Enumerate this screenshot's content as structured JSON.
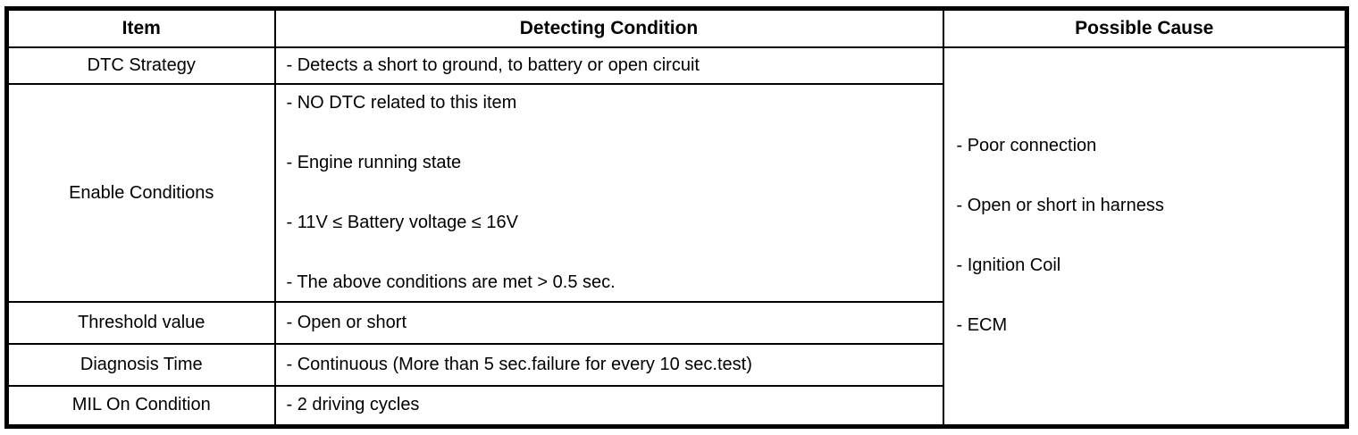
{
  "table": {
    "headers": {
      "item": "Item",
      "detecting_condition": "Detecting Condition",
      "possible_cause": "Possible Cause"
    },
    "rows": [
      {
        "item": "DTC Strategy",
        "conditions": [
          "- Detects a short to ground, to battery or open circuit"
        ]
      },
      {
        "item": "Enable Conditions",
        "conditions": [
          "- NO DTC related to this item",
          "- Engine running state",
          "- 11V ≤ Battery voltage ≤ 16V",
          "- The above conditions are met > 0.5 sec."
        ]
      },
      {
        "item": "Threshold value",
        "conditions": [
          "- Open or short"
        ]
      },
      {
        "item": "Diagnosis Time",
        "conditions": [
          "- Continuous (More than 5 sec.failure for every 10 sec.test)"
        ]
      },
      {
        "item": "MIL On Condition",
        "conditions": [
          "- 2 driving cycles"
        ]
      }
    ],
    "possible_causes": [
      "- Poor connection",
      "- Open or short in harness",
      "- Ignition Coil",
      "- ECM"
    ]
  },
  "colors": {
    "border": "#000000",
    "background": "#ffffff",
    "text": "#000000"
  }
}
